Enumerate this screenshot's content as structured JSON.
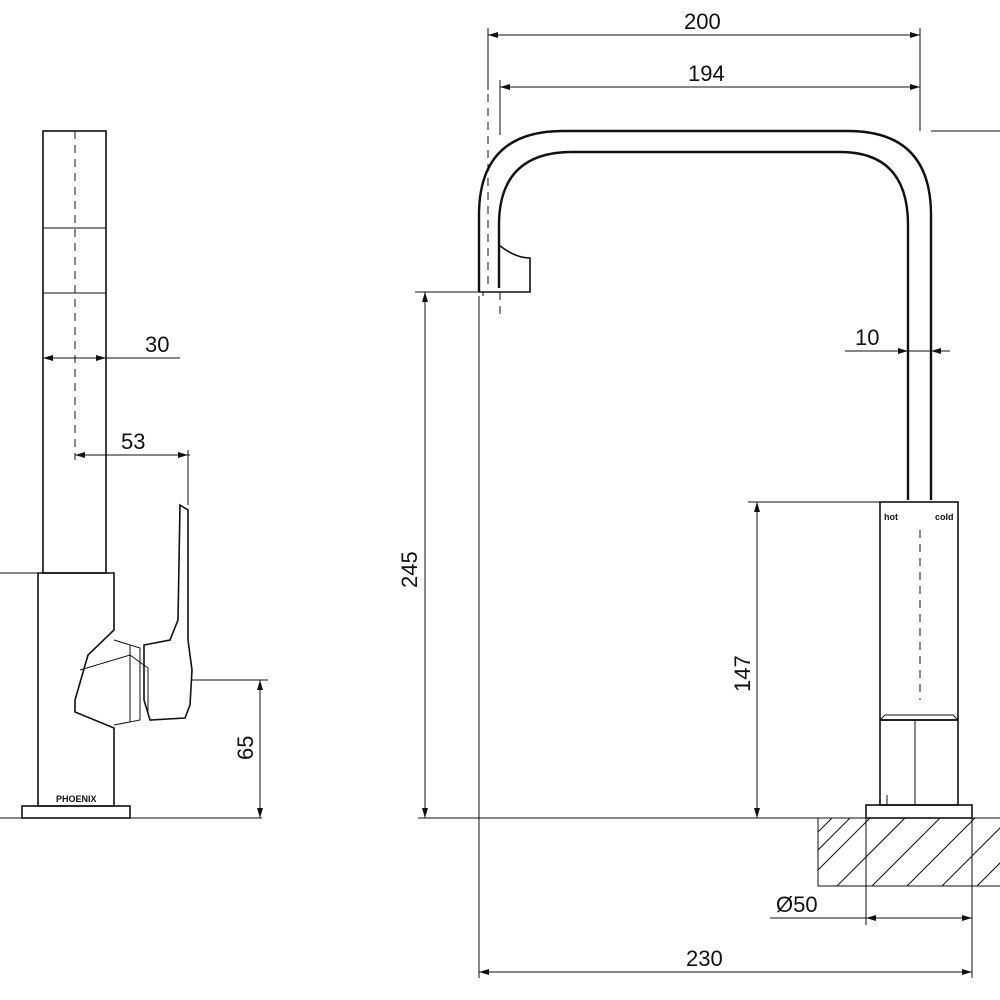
{
  "dimensions": {
    "overall_reach": "200",
    "spout_reach": "194",
    "spout_width": "10",
    "spout_height": "245",
    "handle_height": "147",
    "base_diameter": "Ø50",
    "total_width": "230",
    "side_body_width": "30",
    "side_handle_depth": "53",
    "side_handle_height": "65"
  },
  "labels": {
    "brand": "PHOENIX",
    "hot": "hot",
    "cold": "cold"
  }
}
